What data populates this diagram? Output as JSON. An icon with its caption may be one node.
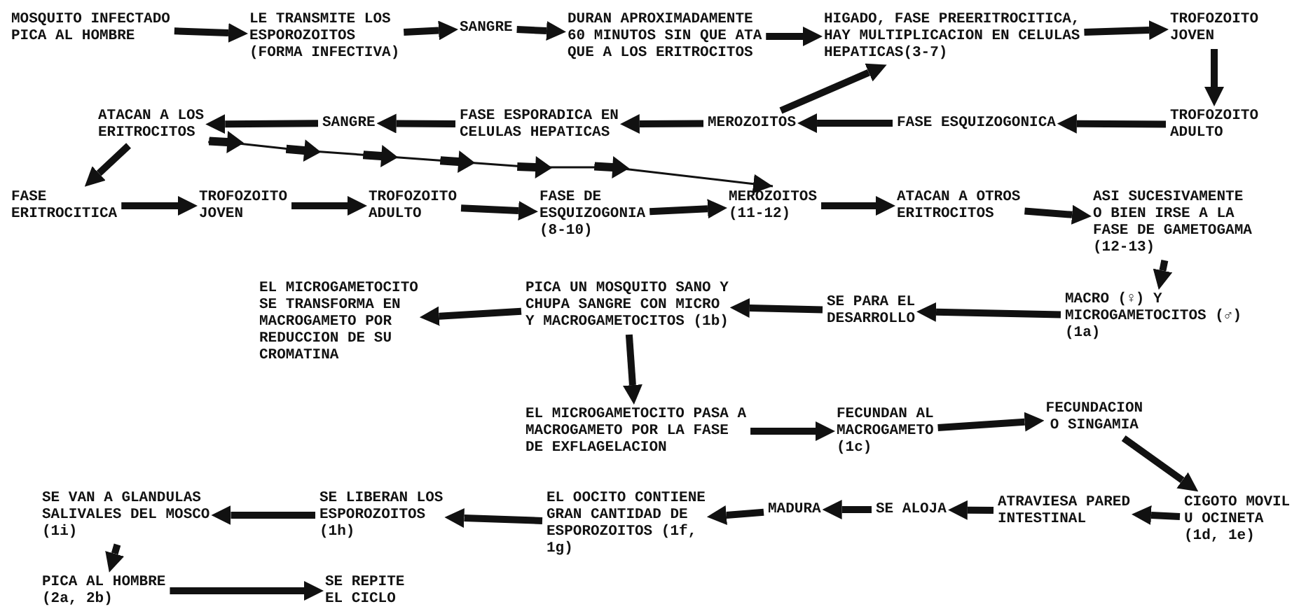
{
  "diagram": {
    "nodes": [
      {
        "text": [
          "MOSQUITO INFECTADO PICA AL HOMBRE"
        ]
      },
      {
        "text": [
          "LE TRANSMITE LOS ESPOROZOITOS (FORMA INFECTIVA)"
        ]
      },
      {
        "text": [
          "SANGRE"
        ]
      },
      {
        "text": [
          "DURAN APROXIMADAMENTE 60 MINUTOS SIN QUE ATA QUE A LOS ERITROCITOS"
        ]
      },
      {
        "text": [
          "HIGADO, FASE PREERITROCITICA, HAY MULTIPLICACION EN CELULAS HEPATICAS(3-7)"
        ]
      },
      {
        "text": [
          "TROFOZOITO JOVEN"
        ]
      },
      {
        "text": [
          "TROFOZOITO ADULTO"
        ]
      },
      {
        "text": [
          "FASE ESQUIZOGONICA"
        ]
      },
      {
        "text": [
          "MEROZOITOS"
        ]
      },
      {
        "text": [
          "FASE ESPORADICA EN CELULAS HEPATICAS"
        ]
      },
      {
        "text": [
          "SANGRE"
        ]
      },
      {
        "text": [
          "ATACAN A LOS ERITROCITOS"
        ]
      },
      {
        "text": [
          "FASE ERITROCITICA"
        ]
      },
      {
        "text": [
          "TROFOZOITO JOVEN"
        ]
      },
      {
        "text": [
          "TROFOZOITO ADULTO"
        ]
      },
      {
        "text": [
          "FASE DE ESQUIZOGONIA (8-10)"
        ]
      },
      {
        "text": [
          "MEROZOITOS (11-12)"
        ]
      },
      {
        "text": [
          "ATACAN A OTROS ERITROCITOS"
        ]
      },
      {
        "text": [
          "ASI SUCESIVAMENTE O BIEN IRSE A LA FASE DE GAMETOGAMA (12-13)"
        ]
      },
      {
        "text": [
          "MACRO (♀) Y MICROGAMETOCITOS (♂) (1a)"
        ]
      },
      {
        "text": [
          "SE PARA EL DESARROLLO"
        ]
      },
      {
        "text": [
          "PICA UN MOSQUITO SANO Y CHUPA SANGRE CON MICRO Y MACROGAMETOCITOS (1b)"
        ]
      },
      {
        "text": [
          "EL MICROGAMETOCITO SE TRANSFORMA EN MACROGAMETO POR REDUCCION DE SU CROMATINA"
        ]
      },
      {
        "text": [
          "EL MICROGAMETOCITO PASA A MACROGAMETO POR LA FASE DE EXFLAGELACION"
        ]
      },
      {
        "text": [
          "FECUNDAN AL MACROGAMETO (1c)"
        ]
      },
      {
        "text": [
          "FECUNDACION O SINGAMIA"
        ]
      },
      {
        "text": [
          "CIGOTO MOVIL U OCINETA (1d, 1e)"
        ]
      },
      {
        "text": [
          "ATRAVIESA PARED INTESTINAL"
        ]
      },
      {
        "text": [
          "SE ALOJA"
        ]
      },
      {
        "text": [
          "MADURA"
        ]
      },
      {
        "text": [
          "EL OOCITO CONTIENE GRAN CANTIDAD DE ESPOROZOITOS (1f, 1g)"
        ]
      },
      {
        "text": [
          "SE LIBERAN LOS ESPOROZOITOS (1h)"
        ]
      },
      {
        "text": [
          "SE VAN A GLANDULAS SALIVALES DEL MOSCO (1i)"
        ]
      },
      {
        "text": [
          "PICA AL HOMBRE (2a, 2b)"
        ]
      },
      {
        "text": [
          "SE REPITE EL CICLO"
        ]
      }
    ],
    "edges": [
      {
        "from": 0,
        "to": 1,
        "arrow": "to"
      },
      {
        "from": 1,
        "to": 2,
        "arrow": "to"
      },
      {
        "from": 2,
        "to": 3,
        "arrow": "to"
      },
      {
        "from": 3,
        "to": 4,
        "arrow": "to"
      },
      {
        "from": 4,
        "to": 5,
        "arrow": "to"
      },
      {
        "from": 5,
        "to": 6,
        "arrow": "to"
      },
      {
        "from": 6,
        "to": 7,
        "arrow": "to"
      },
      {
        "from": 7,
        "to": 8,
        "arrow": "to"
      },
      {
        "from": 8,
        "to": 4,
        "arrow": "to"
      },
      {
        "from": 8,
        "to": 9,
        "arrow": "to"
      },
      {
        "from": 9,
        "to": 10,
        "arrow": "to"
      },
      {
        "from": 10,
        "to": 11,
        "arrow": "to"
      },
      {
        "from": 11,
        "to": 12,
        "arrow": "to"
      },
      {
        "from": 12,
        "to": 13,
        "arrow": "to"
      },
      {
        "from": 13,
        "to": 14,
        "arrow": "to"
      },
      {
        "from": 14,
        "to": 15,
        "arrow": "to"
      },
      {
        "from": 15,
        "to": 16,
        "arrow": "to"
      },
      {
        "from": 16,
        "to": 17,
        "arrow": "to"
      },
      {
        "from": 17,
        "to": 18,
        "arrow": "to"
      },
      {
        "from": 18,
        "to": 19,
        "arrow": "to"
      },
      {
        "from": 19,
        "to": 20,
        "arrow": "to"
      },
      {
        "from": 20,
        "to": 21,
        "arrow": "to"
      },
      {
        "from": 21,
        "to": 22,
        "arrow": "to"
      },
      {
        "from": 21,
        "to": 23,
        "arrow": "to"
      },
      {
        "from": 23,
        "to": 24,
        "arrow": "to"
      },
      {
        "from": 24,
        "to": 25,
        "arrow": "to"
      },
      {
        "from": 25,
        "to": 26,
        "arrow": "to"
      },
      {
        "from": 26,
        "to": 27,
        "arrow": "to"
      },
      {
        "from": 27,
        "to": 28,
        "arrow": "to"
      },
      {
        "from": 28,
        "to": 29,
        "arrow": "to"
      },
      {
        "from": 29,
        "to": 30,
        "arrow": "to"
      },
      {
        "from": 30,
        "to": 31,
        "arrow": "to"
      },
      {
        "from": 31,
        "to": 32,
        "arrow": "to"
      },
      {
        "from": 32,
        "to": 33,
        "arrow": "to"
      },
      {
        "from": 33,
        "to": 34,
        "arrow": "to"
      },
      {
        "from": 11,
        "to": 16,
        "arrow": "to"
      }
    ]
  }
}
